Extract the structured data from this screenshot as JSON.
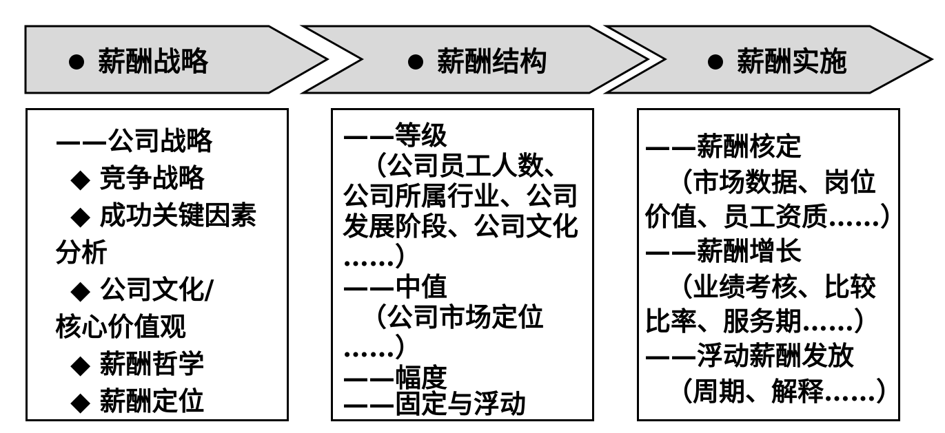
{
  "arrows": [
    {
      "label": "薪酬战略"
    },
    {
      "label": "薪酬结构"
    },
    {
      "label": "薪酬实施"
    }
  ],
  "columns": [
    {
      "lines": [
        "——公司战略",
        "  ◆ 竞争战略",
        "  ◆ 成功关键因素",
        "分析",
        "  ◆ 公司文化/",
        "核心价值观",
        "  ◆ 薪酬哲学",
        "  ◆ 薪酬定位"
      ]
    },
    {
      "lines": [
        "——等级",
        "  （公司员工人数、",
        "公司所属行业、公司",
        "发展阶段、公司文化",
        "……）",
        "——中值",
        "  （公司市场定位",
        "……）",
        "——幅度",
        "——固定与浮动"
      ]
    },
    {
      "lines": [
        "——薪酬核定",
        "  （市场数据、岗位",
        "价值、员工资质……）",
        "——薪酬增长",
        "  （业绩考核、比较",
        "比率、服务期……）",
        "——浮动薪酬发放",
        "  （周期、解释……）"
      ]
    }
  ],
  "colors": {
    "arrow_fill": "#d9d9d9",
    "stroke": "#000000"
  }
}
